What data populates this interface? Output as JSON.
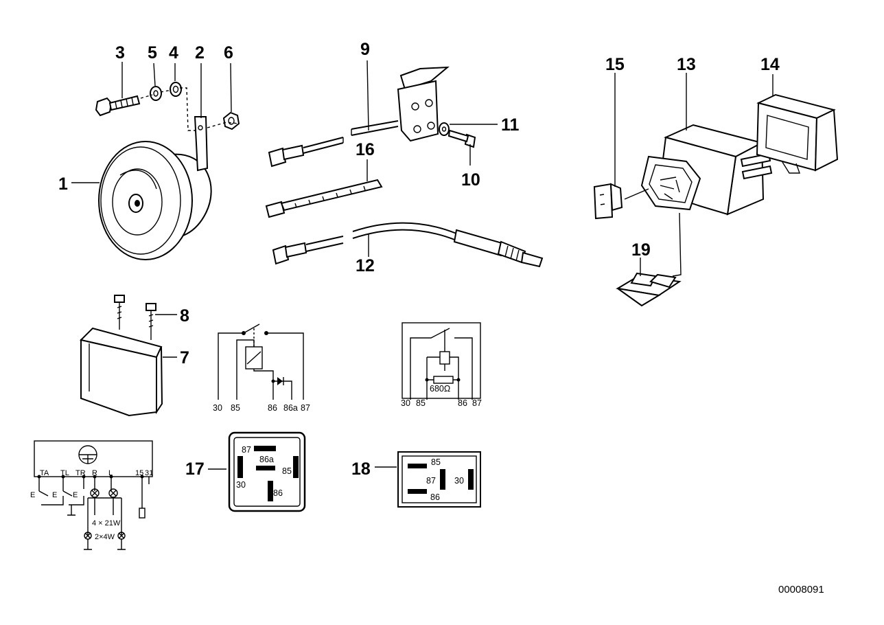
{
  "callouts": {
    "p1": "1",
    "p2": "2",
    "p3": "3",
    "p4": "4",
    "p5": "5",
    "p6": "6",
    "p7": "7",
    "p8": "8",
    "p9": "9",
    "p10": "10",
    "p11": "11",
    "p12": "12",
    "p13": "13",
    "p14": "14",
    "p15": "15",
    "p16": "16",
    "p17": "17",
    "p18": "18",
    "p19": "19"
  },
  "relay_schematic_1": {
    "terminals": [
      "30",
      "85",
      "86",
      "86a",
      "87"
    ]
  },
  "relay_schematic_2": {
    "terminals": [
      "30",
      "85",
      "86",
      "87"
    ],
    "resistor_label": "680Ω"
  },
  "flasher_schematic": {
    "terminals": [
      "TA",
      "TL",
      "TR",
      "R",
      "L",
      "15",
      "31"
    ],
    "switch_labels": [
      "E",
      "E",
      "E"
    ],
    "lamp_labels": [
      "4 × 21W",
      "2×4W"
    ]
  },
  "relay_base_17": {
    "pins": [
      "87",
      "86a",
      "85",
      "30",
      "86"
    ]
  },
  "relay_base_18": {
    "pins": [
      "85",
      "87",
      "30",
      "86"
    ]
  },
  "document_number": "00008091"
}
